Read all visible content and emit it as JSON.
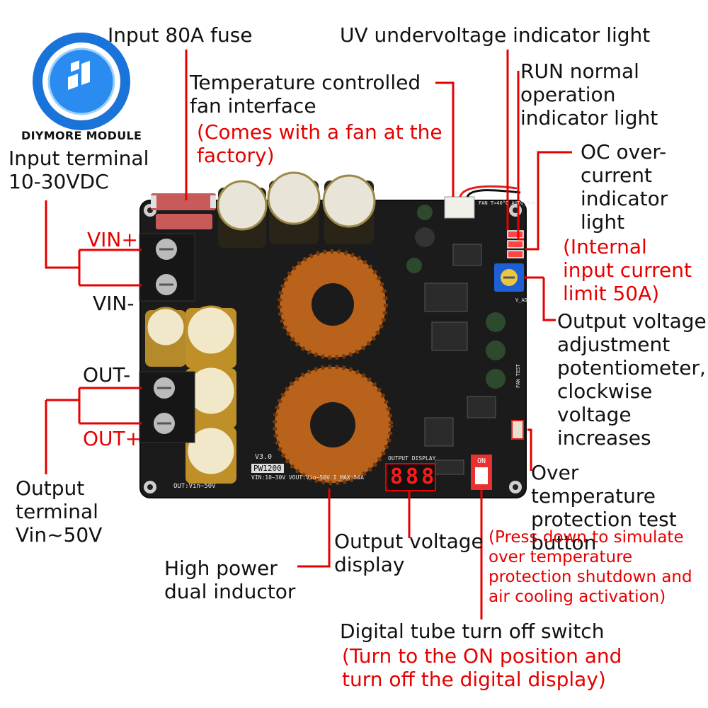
{
  "brand": {
    "name": "DIYMORE MODULE",
    "colors": {
      "primary": "#1a73d9",
      "accent": "#e60000",
      "pcb": "#1a1a1a"
    }
  },
  "labels": {
    "fuse": "Input 80A fuse",
    "uv": "UV undervoltage indicator light",
    "fan_title": "Temperature controlled\nfan interface",
    "fan_note": "(Comes with a fan at the\nfactory)",
    "run": "RUN normal\noperation\nindicator light",
    "oc": "OC over-\ncurrent\nindicator\nlight",
    "oc_note": "(Internal\ninput current\nlimit 50A)",
    "input_terminal": "Input terminal\n10-30VDC",
    "vin_plus": "VIN+",
    "vin_minus": "VIN-",
    "out_minus": "OUT-",
    "out_plus": "OUT+",
    "pot": "Output voltage\nadjustment\npotentiometer,\nclockwise\nvoltage\nincreases",
    "over_temp": "Over temperature\nprotection test\nbutton",
    "over_temp_note": "(Press down to simulate\nover temperature\nprotection shutdown and\nair cooling activation)",
    "output_terminal": "Output\nterminal\nVin~50V",
    "output_display": "Output voltage\ndisplay",
    "inductor": "High power\ndual inductor",
    "switch": "Digital tube turn off switch",
    "switch_note": "(Turn to the ON position and\nturn off the digital display)"
  },
  "pcb": {
    "model": "PW1200",
    "version": "V3.0",
    "specs": "VIN:10~30V\nVOUT:Vin~50V\nI_MAX:50A",
    "out_marking": "OUT:Vin~50V",
    "output_display_silk": "OUTPUT DISPLAY",
    "display_reading": "888",
    "fan_silk": "FAN\nT>40°C\nAUTO_RUN",
    "fan_test_silk": "FAN TEST",
    "switch_silk": "ON",
    "vadj_silk": "V_ADJ"
  }
}
